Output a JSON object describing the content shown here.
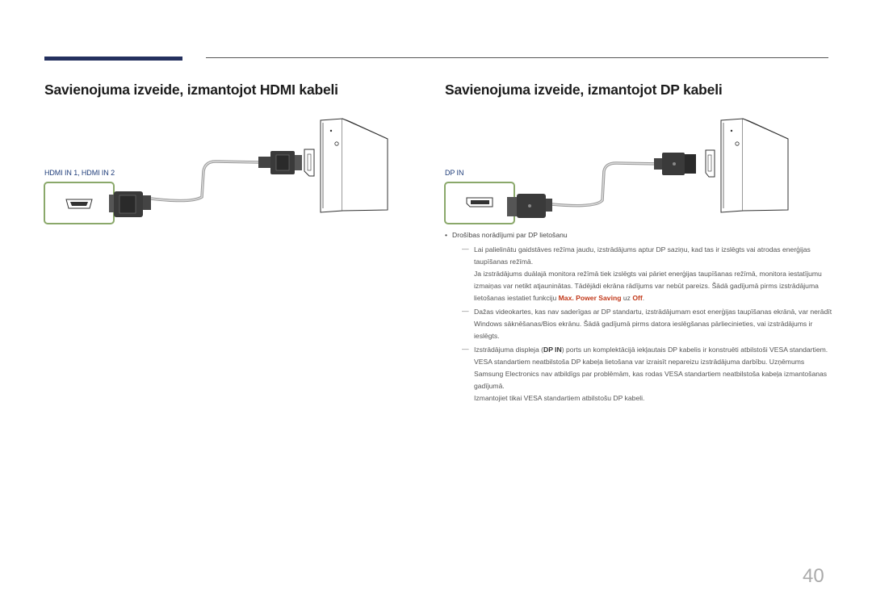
{
  "left_section": {
    "heading": "Savienojuma izveide, izmantojot HDMI kabeli",
    "port_label": "HDMI IN 1,  HDMI IN 2"
  },
  "right_section": {
    "heading": "Savienojuma izveide, izmantojot DP kabeli",
    "port_label": "DP IN",
    "bullet": "Drošības norādījumi par DP lietošanu",
    "note1": {
      "p1_a": "Lai palielinātu gaidstāves režīma jaudu, izstrādājums aptur DP saziņu, kad tas ir izslēgts vai atrodas enerģijas taupīšanas režīmā.",
      "p2_a": "Ja izstrādājums duālajā monitora režīmā tiek izslēgts vai pāriet enerģijas taupīšanas režīmā, monitora iestatījumu izmaiņas var netikt atjauninātas. Tādējādi ekrāna rādījums var nebūt pareizs. Šādā gadījumā pirms izstrādājuma lietošanas iestatiet funkciju ",
      "p2_highlight1": "Max. Power Saving",
      "p2_mid": " uz ",
      "p2_highlight2": "Off",
      "p2_end": "."
    },
    "note2": {
      "p1": "Dažas videokartes, kas nav saderīgas ar DP standartu, izstrādājumam esot enerģijas taupīšanas ekrānā, var nerādīt Windows sāknēšanas/Bios ekrānu. Šādā gadījumā pirms datora ieslēgšanas pārliecinieties, vai izstrādājums ir ieslēgts."
    },
    "note3": {
      "p1_a": "Izstrādājuma displeja (",
      "p1_bold": "DP IN",
      "p1_b": ") ports un komplektācijā iekļautais DP kabelis ir konstruēti atbilstoši VESA standartiem. VESA standartiem neatbilstoša DP kabeļa lietošana var izraisīt nepareizu izstrādājuma darbību. Uzņēmums Samsung Electronics nav atbildīgs par problēmām, kas rodas VESA standartiem neatbilstoša kabeļa izmantošanas gadījumā.",
      "p2": "Izmantojiet tikai VESA standartiem atbilstošu DP kabeli."
    }
  },
  "page_number": "40",
  "colors": {
    "accent_bar": "#24305e",
    "highlight": "#c2391a",
    "port_frame": "#8aa86a",
    "port_label": "#1f3d7a"
  },
  "icons": [
    "computer-tower-icon",
    "hdmi-plug-icon",
    "hdmi-port-icon",
    "dp-plug-icon",
    "dp-port-icon",
    "cable-icon"
  ]
}
